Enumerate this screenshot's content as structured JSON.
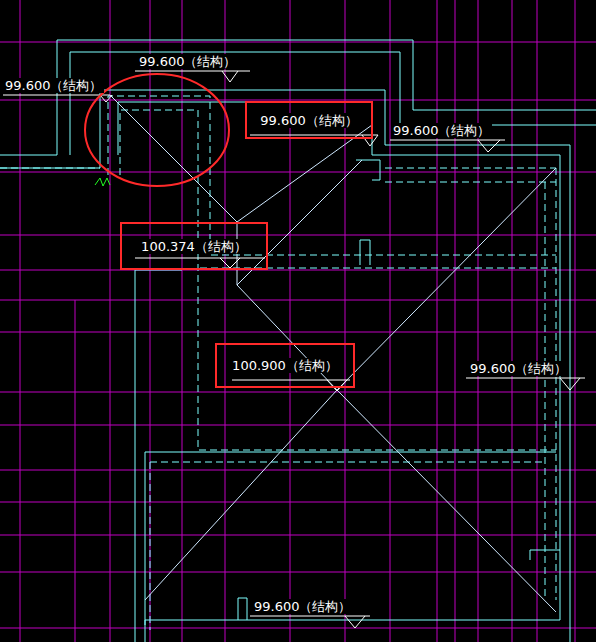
{
  "diagram": {
    "nodes": [
      {
        "text": [
          "99.600（结构）"
        ]
      },
      {
        "text": [
          "100.374（结构）"
        ]
      },
      {
        "text": [
          "100.900（结构）"
        ]
      }
    ],
    "labels": [
      "99.600（结构）",
      "99.600（结构）",
      "99.600（结构）",
      "99.600（结构）",
      "99.600（结构）"
    ]
  }
}
